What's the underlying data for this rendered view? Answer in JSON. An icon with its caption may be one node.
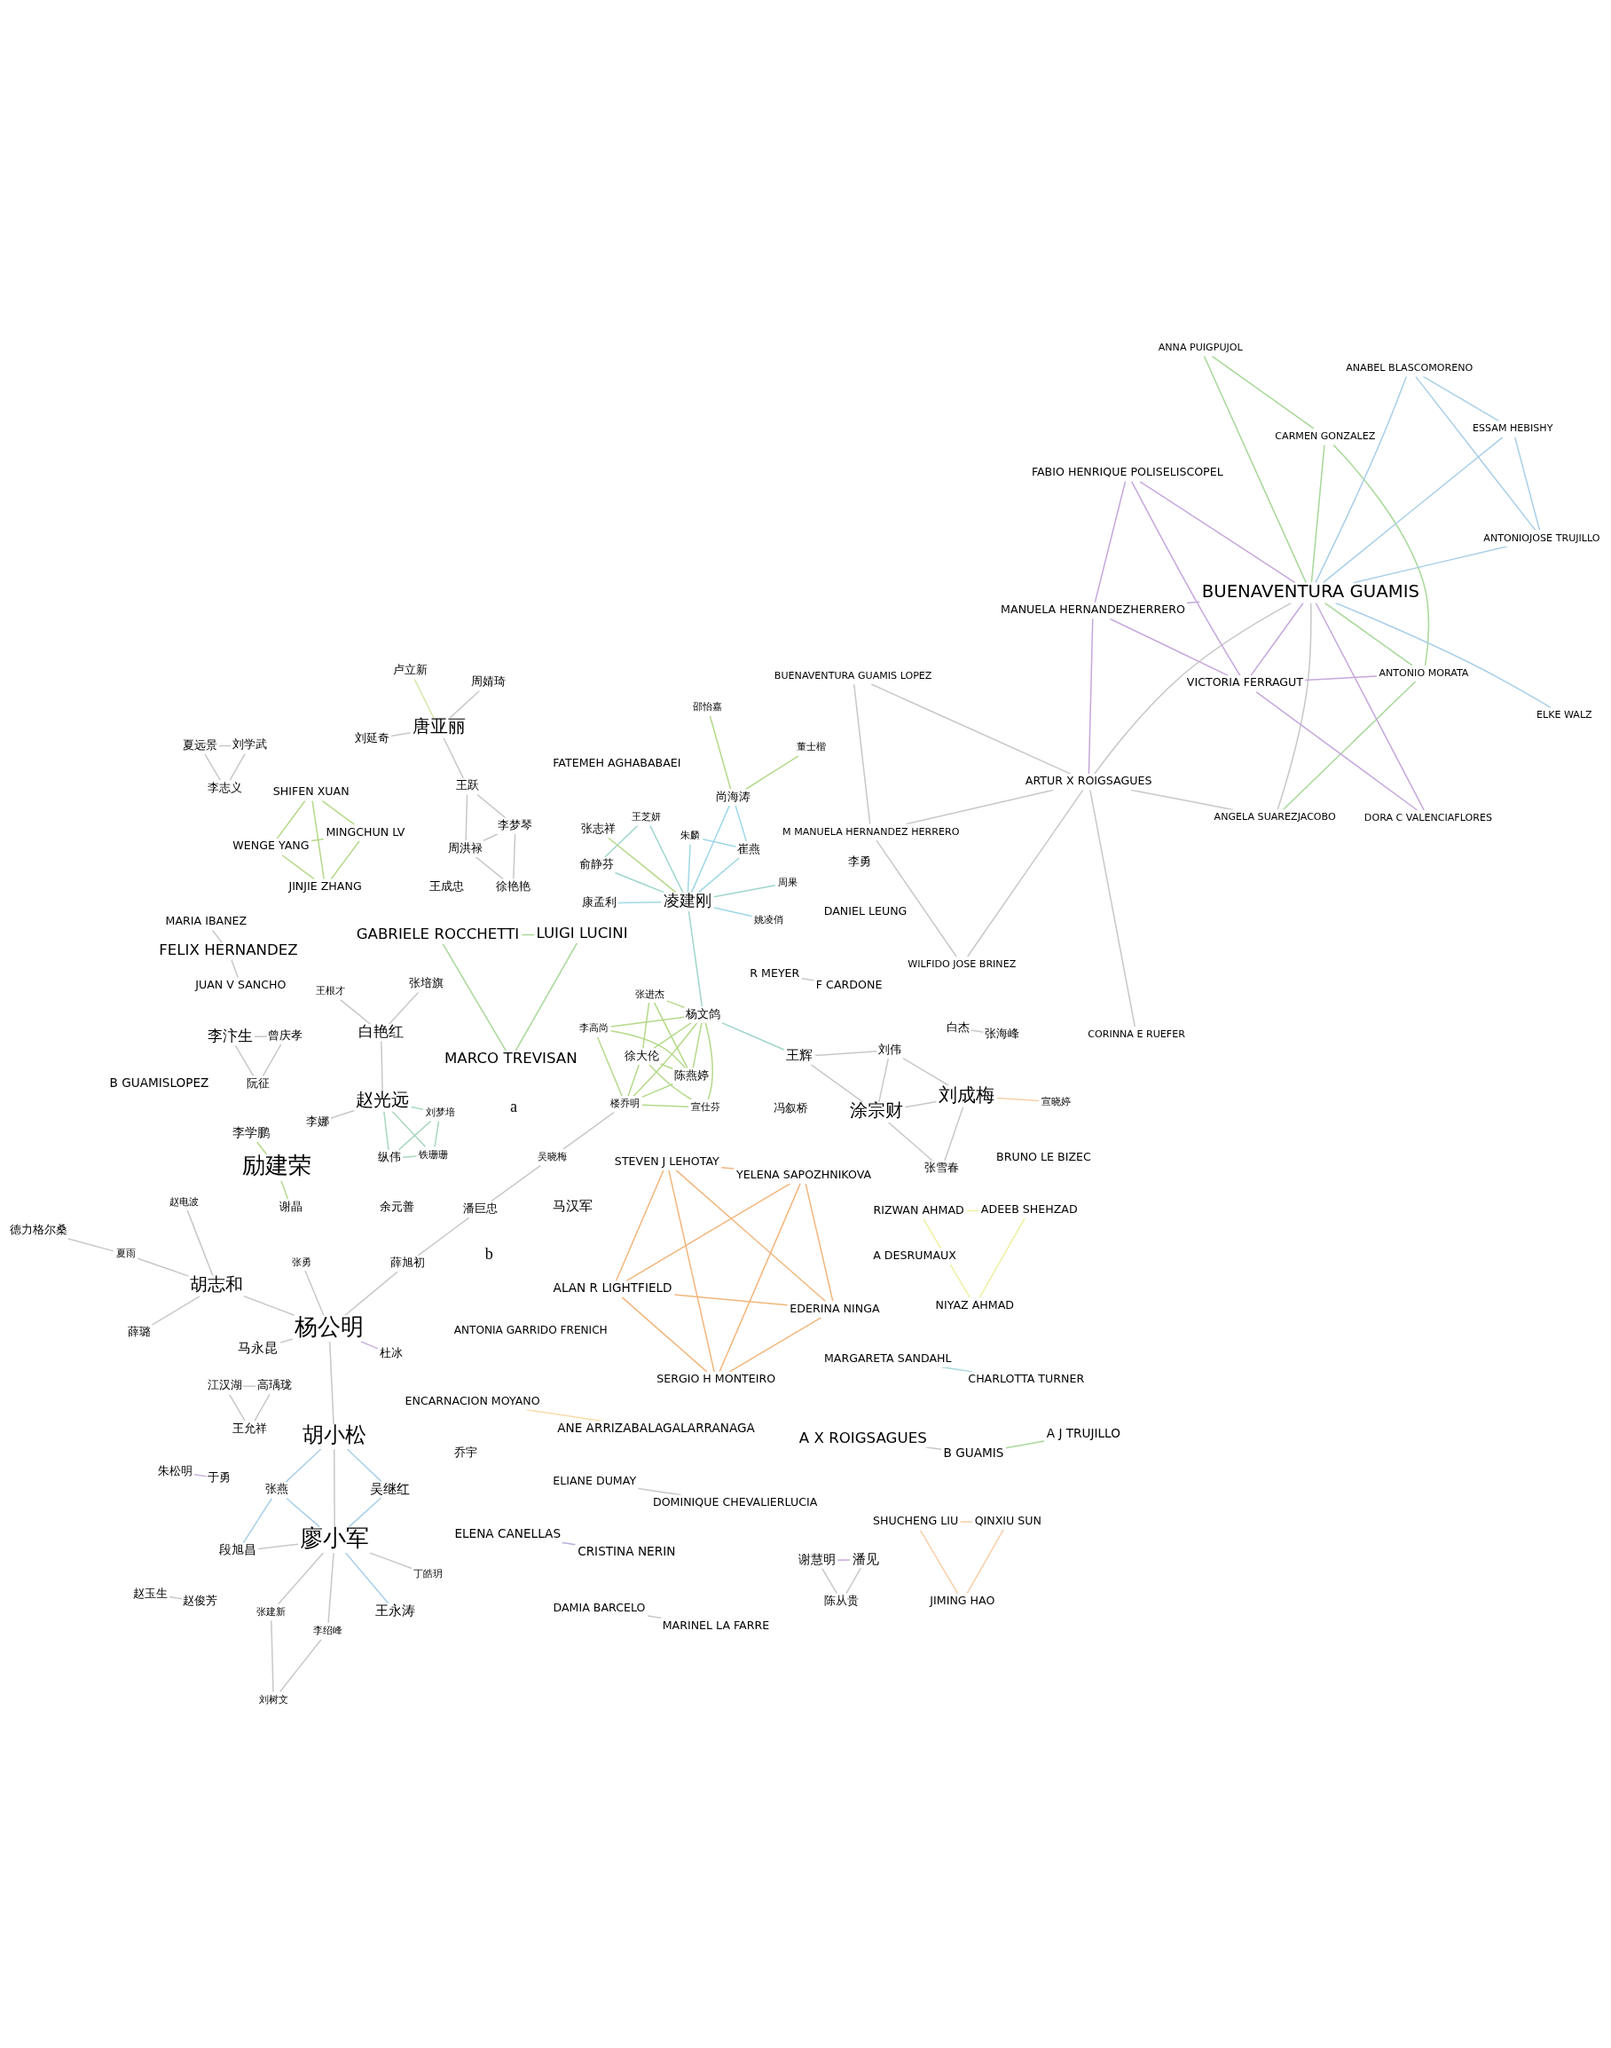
{
  "diagram": {
    "nodes": [
      {
        "text": [
          "李高尚"
        ]
      },
      {
        "text": [
          "楼乔明"
        ]
      },
      {
        "text": [
          "吴晓梅"
        ]
      },
      {
        "text": [
          "余元善"
        ]
      },
      {
        "text": [
          "白杰"
        ]
      },
      {
        "text": [
          "张海峰"
        ]
      },
      {
        "text": [
          "李学鹏"
        ]
      },
      {
        "text": [
          "张进杰"
        ]
      },
      {
        "text": [
          "陈燕婷"
        ]
      },
      {
        "text": [
          "徐大伦"
        ]
      },
      {
        "text": [
          "宣仕芬"
        ]
      },
      {
        "text": [
          "潘巨忠"
        ]
      },
      {
        "text": [
          "王永涛"
        ]
      },
      {
        "text": [
          "丁皓玥"
        ]
      },
      {
        "text": [
          "张建新"
        ]
      },
      {
        "text": [
          "刘树文"
        ]
      },
      {
        "text": [
          "励建荣"
        ]
      },
      {
        "text": [
          "杨文鸽"
        ]
      },
      {
        "text": [
          "薛旭初"
        ]
      },
      {
        "text": [
          "廖小军"
        ]
      },
      {
        "text": [
          "李绍峰"
        ]
      },
      {
        "text": [
          "朱松明"
        ]
      },
      {
        "text": [
          "王辉"
        ]
      },
      {
        "text": [
          "涂宗财"
        ]
      },
      {
        "text": [
          "俞静芬"
        ]
      },
      {
        "text": [
          "吴继红"
        ]
      },
      {
        "text": [
          "段旭昌"
        ]
      },
      {
        "text": [
          "张燕"
        ]
      },
      {
        "text": [
          "江汉湖"
        ]
      },
      {
        "text": [
          "于勇"
        ]
      },
      {
        "text": [
          "周果"
        ]
      },
      {
        "text": [
          "王芝妍"
        ]
      },
      {
        "text": [
          "刘伟"
        ]
      },
      {
        "text": [
          "张雪春"
        ]
      },
      {
        "text": [
          "凌建刚"
        ]
      },
      {
        "text": [
          "张勇"
        ]
      },
      {
        "text": [
          "胡小松"
        ]
      },
      {
        "text": [
          "高瑀珑"
        ]
      },
      {
        "text": [
          "王允祥"
        ]
      },
      {
        "text": [
          "刘成梅"
        ]
      },
      {
        "text": [
          "张志祥"
        ]
      },
      {
        "text": [
          "杨公明"
        ]
      },
      {
        "text": [
          "马永昆"
        ]
      },
      {
        "text": [
          "夏远景"
        ]
      },
      {
        "text": [
          "马汉军"
        ]
      },
      {
        "text": [
          "康孟利"
        ]
      },
      {
        "text": [
          "杜冰"
        ]
      },
      {
        "text": [
          "刘学武"
        ]
      },
      {
        "text": [
          "宣晓婷"
        ]
      },
      {
        "text": [
          "谢晶"
        ]
      },
      {
        "text": [
          "姚凌俏"
        ]
      },
      {
        "text": [
          "胡志和"
        ]
      },
      {
        "text": [
          "德力格尔桑"
        ]
      },
      {
        "text": [
          "李志义"
        ]
      },
      {
        "text": [
          "朱麟"
        ]
      },
      {
        "text": [
          "尚海涛"
        ]
      },
      {
        "text": [
          "赵玉生"
        ]
      },
      {
        "text": [
          "邵怡嘉"
        ]
      },
      {
        "text": [
          "赵电波"
        ]
      },
      {
        "text": [
          "李汴生"
        ]
      },
      {
        "text": [
          "崔燕"
        ]
      },
      {
        "text": [
          "董士楷"
        ]
      },
      {
        "text": [
          "薛璐"
        ]
      },
      {
        "text": [
          "夏雨"
        ]
      },
      {
        "text": [
          "谢慧明"
        ]
      },
      {
        "text": [
          "潘见"
        ]
      },
      {
        "text": [
          "赵俊芳"
        ]
      },
      {
        "text": [
          "赵光远"
        ]
      },
      {
        "text": [
          "白艳红"
        ]
      },
      {
        "text": [
          "曾庆孝"
        ]
      },
      {
        "text": [
          "陈从贵"
        ]
      },
      {
        "text": [
          "纵伟"
        ]
      },
      {
        "text": [
          "王根才"
        ]
      },
      {
        "text": [
          "张培旗"
        ]
      },
      {
        "text": [
          "阮征"
        ]
      },
      {
        "text": [
          "刘梦培"
        ]
      },
      {
        "text": [
          "李娜"
        ]
      },
      {
        "text": [
          "铁珊珊"
        ]
      },
      {
        "text": [
          "卢立新"
        ]
      },
      {
        "text": [
          "冯叙桥"
        ]
      },
      {
        "text": [
          "乔宇"
        ]
      },
      {
        "text": [
          "周婧琦"
        ]
      },
      {
        "text": [
          "刘延奇"
        ]
      },
      {
        "text": [
          "王成忠"
        ]
      },
      {
        "text": [
          "李勇"
        ]
      },
      {
        "text": [
          "唐亚丽"
        ]
      },
      {
        "text": [
          "王跃"
        ]
      },
      {
        "text": [
          "李梦琴"
        ]
      },
      {
        "text": [
          "周洪禄"
        ]
      },
      {
        "text": [
          "徐艳艳"
        ]
      },
      {
        "text": [
          "MARIA IBANEZ"
        ]
      },
      {
        "text": [
          "MARGARETA SANDAHL"
        ]
      },
      {
        "text": [
          "FELIX HERNANDEZ"
        ]
      },
      {
        "text": [
          "CHARLOTTA TURNER"
        ]
      },
      {
        "text": [
          "JUAN V SANCHO"
        ]
      },
      {
        "text": [
          "BUENAVENTURA GUAMIS LOPEZ"
        ]
      },
      {
        "text": [
          "MANUELA HERNANDEZHERRERO"
        ]
      },
      {
        "text": [
          "FATEMEH AGHABABAEI"
        ]
      },
      {
        "text": [
          "ELENA CANELLAS"
        ]
      },
      {
        "text": [
          "WILFIDO JOSE BRINEZ"
        ]
      },
      {
        "text": [
          "ARTUR X ROIGSAGUES"
        ]
      },
      {
        "text": [
          "DAMIA BARCELO"
        ]
      },
      {
        "text": [
          "M MANUELA HERNANDEZ HERRERO"
        ]
      },
      {
        "text": [
          "FABIO HENRIQUE POLISELISCOPEL"
        ]
      },
      {
        "text": [
          "ANGELA SUAREZJACOBO"
        ]
      },
      {
        "text": [
          "ANTONIO MORATA"
        ]
      },
      {
        "text": [
          "VICTORIA FERRAGUT"
        ]
      },
      {
        "text": [
          "MARINEL LA FARRE"
        ]
      },
      {
        "text": [
          "CRISTINA NERIN"
        ]
      },
      {
        "text": [
          "CORINNA E RUEFER"
        ]
      },
      {
        "text": [
          "DORA C VALENCIAFLORES"
        ]
      },
      {
        "text": [
          "RIZWAN AHMAD"
        ]
      },
      {
        "text": [
          "BRUNO LE BIZEC"
        ]
      },
      {
        "text": [
          "ANNA PUIGPUJOL"
        ]
      },
      {
        "text": [
          "ALAN R LIGHTFIELD"
        ]
      },
      {
        "text": [
          "DANIEL LEUNG"
        ]
      },
      {
        "text": [
          "BUENAVENTURA GUAMIS"
        ]
      },
      {
        "text": [
          "EDERINA NINGA"
        ]
      },
      {
        "text": [
          "ADEEB SHEHZAD"
        ]
      },
      {
        "text": [
          "SERGIO H MONTEIRO"
        ]
      },
      {
        "text": [
          "CARMEN GONZALEZ"
        ]
      },
      {
        "text": [
          "ESSAM HEBISHY"
        ]
      },
      {
        "text": [
          "ELKE WALZ"
        ]
      },
      {
        "text": [
          "ENCARNACION MOYANO"
        ]
      },
      {
        "text": [
          "NIYAZ AHMAD"
        ]
      },
      {
        "text": [
          "STEVEN J LEHOTAY"
        ]
      },
      {
        "text": [
          "ANTONIOJOSE TRUJILLO"
        ]
      },
      {
        "text": [
          "ANE ARRIZABALAGALARRANAGA"
        ]
      },
      {
        "text": [
          "YELENA SAPOZHNIKOVA"
        ]
      },
      {
        "text": [
          "A DESRUMAUX"
        ]
      },
      {
        "text": [
          "ANABEL BLASCOMORENO"
        ]
      },
      {
        "text": [
          "WENGE YANG"
        ]
      },
      {
        "text": [
          "SHUCHENG LIU"
        ]
      },
      {
        "text": [
          "MINGCHUN LV"
        ]
      },
      {
        "text": [
          "ANTONIA GARRIDO FRENICH"
        ]
      },
      {
        "text": [
          "ELIANE DUMAY"
        ]
      },
      {
        "text": [
          "DOMINIQUE CHEVALIERLUCIA"
        ]
      },
      {
        "text": [
          "QINXIU SUN"
        ]
      },
      {
        "text": [
          "R MEYER"
        ]
      },
      {
        "text": [
          "JIMING HAO"
        ]
      },
      {
        "text": [
          "JINJIE ZHANG"
        ]
      },
      {
        "text": [
          "GABRIELE ROCCHETTI"
        ]
      },
      {
        "text": [
          "SHIFEN XUAN"
        ]
      },
      {
        "text": [
          "F CARDONE"
        ]
      },
      {
        "text": [
          "A X ROIGSAGUES"
        ]
      },
      {
        "text": [
          "LUIGI LUCINI"
        ]
      },
      {
        "text": [
          "MARCO TREVISAN"
        ]
      },
      {
        "text": [
          "A J TRUJILLO"
        ]
      },
      {
        "text": [
          "B GUAMISLOPEZ"
        ]
      },
      {
        "text": [
          "B GUAMIS"
        ]
      }
    ],
    "edges": [
      {
        "from": 0,
        "to": 1,
        "arrow": "none",
        "color": "#b5d98a"
      },
      {
        "from": 0,
        "to": 8,
        "arrow": "none",
        "color": "#b5d98a"
      },
      {
        "from": 0,
        "to": 17,
        "arrow": "none",
        "color": "#b5d98a"
      },
      {
        "from": 1,
        "to": 8,
        "arrow": "none",
        "color": "#b5d98a"
      },
      {
        "from": 1,
        "to": 9,
        "arrow": "none",
        "color": "#b5d98a"
      },
      {
        "from": 1,
        "to": 17,
        "arrow": "none",
        "color": "#b5d98a"
      },
      {
        "from": 1,
        "to": 10,
        "arrow": "none",
        "color": "#b5d98a"
      },
      {
        "from": 7,
        "to": 8,
        "arrow": "none",
        "color": "#b5d98a"
      },
      {
        "from": 7,
        "to": 9,
        "arrow": "none",
        "color": "#b5d98a"
      },
      {
        "from": 7,
        "to": 17,
        "arrow": "none",
        "color": "#b5d98a"
      },
      {
        "from": 8,
        "to": 9,
        "arrow": "none",
        "color": "#b5d98a"
      },
      {
        "from": 8,
        "to": 17,
        "arrow": "none",
        "color": "#b5d98a"
      },
      {
        "from": 9,
        "to": 10,
        "arrow": "none",
        "color": "#b5d98a"
      },
      {
        "from": 9,
        "to": 17,
        "arrow": "none",
        "color": "#b5d98a"
      },
      {
        "from": 10,
        "to": 17,
        "arrow": "none",
        "color": "#b5d98a"
      },
      {
        "from": 1,
        "to": 2,
        "arrow": "none"
      },
      {
        "from": 2,
        "to": 11,
        "arrow": "none"
      },
      {
        "from": 11,
        "to": 18,
        "arrow": "none"
      },
      {
        "from": 6,
        "to": 16,
        "arrow": "none",
        "color": "#b5d98a"
      },
      {
        "from": 16,
        "to": 49,
        "arrow": "none",
        "color": "#b5d98a"
      },
      {
        "from": 22,
        "to": 23,
        "arrow": "none"
      },
      {
        "from": 22,
        "to": 32,
        "arrow": "none"
      },
      {
        "from": 23,
        "to": 33,
        "arrow": "none"
      },
      {
        "from": 23,
        "to": 39,
        "arrow": "none"
      },
      {
        "from": 23,
        "to": 32,
        "arrow": "none"
      },
      {
        "from": 33,
        "to": 39,
        "arrow": "none"
      },
      {
        "from": 32,
        "to": 39,
        "arrow": "none"
      },
      {
        "from": 48,
        "to": 39,
        "arrow": "none",
        "color": "#f8cfa8"
      },
      {
        "from": 17,
        "to": 22,
        "arrow": "none",
        "color": "#9fd6cc"
      },
      {
        "from": 17,
        "to": 34,
        "arrow": "none",
        "color": "#9fd6cc"
      },
      {
        "from": 24,
        "to": 34,
        "arrow": "none",
        "color": "#9fd6cc"
      },
      {
        "from": 30,
        "to": 34,
        "arrow": "none",
        "color": "#9fd6cc"
      },
      {
        "from": 31,
        "to": 34,
        "arrow": "none",
        "color": "#9fd6cc"
      },
      {
        "from": 24,
        "to": 31,
        "arrow": "none",
        "color": "#9fd6cc"
      },
      {
        "from": 34,
        "to": 40,
        "arrow": "none",
        "color": "#b5d98a"
      },
      {
        "from": 34,
        "to": 45,
        "arrow": "none",
        "color": "#9fd8e6"
      },
      {
        "from": 34,
        "to": 50,
        "arrow": "none",
        "color": "#9fd8e6"
      },
      {
        "from": 34,
        "to": 54,
        "arrow": "none",
        "color": "#9fd8e6"
      },
      {
        "from": 34,
        "to": 55,
        "arrow": "none",
        "color": "#9fd8e6"
      },
      {
        "from": 34,
        "to": 60,
        "arrow": "none",
        "color": "#9fd8e6"
      },
      {
        "from": 55,
        "to": 60,
        "arrow": "none",
        "color": "#9fd8e6"
      },
      {
        "from": 54,
        "to": 60,
        "arrow": "none",
        "color": "#9fd8e6"
      },
      {
        "from": 55,
        "to": 57,
        "arrow": "none",
        "color": "#b5d98a"
      },
      {
        "from": 55,
        "to": 61,
        "arrow": "none",
        "color": "#b5d98a"
      },
      {
        "from": 4,
        "to": 5,
        "arrow": "none"
      },
      {
        "from": 12,
        "to": 19,
        "arrow": "none",
        "color": "#a9cfe8"
      },
      {
        "from": 13,
        "to": 19,
        "arrow": "none"
      },
      {
        "from": 14,
        "to": 19,
        "arrow": "none"
      },
      {
        "from": 14,
        "to": 15,
        "arrow": "none"
      },
      {
        "from": 15,
        "to": 20,
        "arrow": "none"
      },
      {
        "from": 19,
        "to": 20,
        "arrow": "none"
      },
      {
        "from": 19,
        "to": 26,
        "arrow": "none"
      },
      {
        "from": 19,
        "to": 36,
        "arrow": "none"
      },
      {
        "from": 25,
        "to": 19,
        "arrow": "none",
        "color": "#a9cfe8"
      },
      {
        "from": 25,
        "to": 36,
        "arrow": "none",
        "color": "#a9cfe8"
      },
      {
        "from": 26,
        "to": 27,
        "arrow": "none",
        "color": "#a9cfe8"
      },
      {
        "from": 19,
        "to": 27,
        "arrow": "none",
        "color": "#a9cfe8"
      },
      {
        "from": 36,
        "to": 27,
        "arrow": "none",
        "color": "#a9cfe8"
      },
      {
        "from": 36,
        "to": 41,
        "arrow": "none"
      },
      {
        "from": 41,
        "to": 46,
        "arrow": "none",
        "color": "#cdb3df"
      },
      {
        "from": 41,
        "to": 51,
        "arrow": "none"
      },
      {
        "from": 42,
        "to": 41,
        "arrow": "none"
      },
      {
        "from": 35,
        "to": 41,
        "arrow": "none"
      },
      {
        "from": 18,
        "to": 41,
        "arrow": "none"
      },
      {
        "from": 28,
        "to": 37,
        "arrow": "none"
      },
      {
        "from": 28,
        "to": 38,
        "arrow": "none"
      },
      {
        "from": 37,
        "to": 38,
        "arrow": "none"
      },
      {
        "from": 43,
        "to": 47,
        "arrow": "none"
      },
      {
        "from": 43,
        "to": 53,
        "arrow": "none"
      },
      {
        "from": 47,
        "to": 53,
        "arrow": "none"
      },
      {
        "from": 64,
        "to": 65,
        "arrow": "none",
        "color": "#cdb3df"
      },
      {
        "from": 64,
        "to": 70,
        "arrow": "none"
      },
      {
        "from": 65,
        "to": 70,
        "arrow": "none"
      },
      {
        "from": 56,
        "to": 66,
        "arrow": "none"
      },
      {
        "from": 21,
        "to": 29,
        "arrow": "none",
        "color": "#cdb3df"
      },
      {
        "from": 67,
        "to": 71,
        "arrow": "none",
        "color": "#a8d8bf"
      },
      {
        "from": 67,
        "to": 75,
        "arrow": "none",
        "color": "#a8d8bf"
      },
      {
        "from": 67,
        "to": 77,
        "arrow": "none",
        "color": "#a8d8bf"
      },
      {
        "from": 71,
        "to": 77,
        "arrow": "none",
        "color": "#a8d8bf"
      },
      {
        "from": 71,
        "to": 75,
        "arrow": "none",
        "color": "#a8d8bf"
      },
      {
        "from": 75,
        "to": 77,
        "arrow": "none",
        "color": "#a8d8bf"
      },
      {
        "from": 67,
        "to": 76,
        "arrow": "none"
      },
      {
        "from": 67,
        "to": 68,
        "arrow": "none"
      },
      {
        "from": 68,
        "to": 73,
        "arrow": "none"
      },
      {
        "from": 68,
        "to": 72,
        "arrow": "none"
      },
      {
        "from": 51,
        "to": 62,
        "arrow": "none"
      },
      {
        "from": 51,
        "to": 58,
        "arrow": "none"
      },
      {
        "from": 51,
        "to": 63,
        "arrow": "none"
      },
      {
        "from": 52,
        "to": 63,
        "arrow": "none"
      },
      {
        "from": 59,
        "to": 69,
        "arrow": "none"
      },
      {
        "from": 59,
        "to": 74,
        "arrow": "none"
      },
      {
        "from": 69,
        "to": 74,
        "arrow": "none"
      },
      {
        "from": 78,
        "to": 85,
        "arrow": "none",
        "color": "#d4e6a8"
      },
      {
        "from": 81,
        "to": 85,
        "arrow": "none"
      },
      {
        "from": 82,
        "to": 85,
        "arrow": "none"
      },
      {
        "from": 85,
        "to": 86,
        "arrow": "none"
      },
      {
        "from": 86,
        "to": 87,
        "arrow": "none"
      },
      {
        "from": 86,
        "to": 88,
        "arrow": "none"
      },
      {
        "from": 87,
        "to": 88,
        "arrow": "none"
      },
      {
        "from": 87,
        "to": 89,
        "arrow": "none"
      },
      {
        "from": 88,
        "to": 89,
        "arrow": "none"
      },
      {
        "from": 90,
        "to": 92,
        "arrow": "none"
      },
      {
        "from": 92,
        "to": 94,
        "arrow": "none"
      },
      {
        "from": 91,
        "to": 93,
        "arrow": "none",
        "color": "#a9d8dc"
      },
      {
        "from": 98,
        "to": 108,
        "arrow": "none",
        "color": "#b4b0d8"
      },
      {
        "from": 101,
        "to": 107,
        "arrow": "none"
      },
      {
        "from": 111,
        "to": 118,
        "arrow": "none",
        "color": "#eef0a0"
      },
      {
        "from": 111,
        "to": 124,
        "arrow": "none",
        "color": "#eef0a0"
      },
      {
        "from": 118,
        "to": 124,
        "arrow": "none",
        "color": "#eef0a0"
      },
      {
        "from": 114,
        "to": 117,
        "arrow": "none",
        "color": "#f2b67c"
      },
      {
        "from": 114,
        "to": 119,
        "arrow": "none",
        "color": "#f2b67c"
      },
      {
        "from": 114,
        "to": 125,
        "arrow": "none",
        "color": "#f2b67c"
      },
      {
        "from": 114,
        "to": 128,
        "arrow": "none",
        "color": "#f2b67c"
      },
      {
        "from": 117,
        "to": 119,
        "arrow": "none",
        "color": "#f2b67c"
      },
      {
        "from": 117,
        "to": 125,
        "arrow": "none",
        "color": "#f2b67c"
      },
      {
        "from": 117,
        "to": 128,
        "arrow": "none",
        "color": "#f2b67c"
      },
      {
        "from": 119,
        "to": 125,
        "arrow": "none",
        "color": "#f2b67c"
      },
      {
        "from": 119,
        "to": 128,
        "arrow": "none",
        "color": "#f2b67c"
      },
      {
        "from": 125,
        "to": 128,
        "arrow": "none",
        "color": "#f2b67c"
      },
      {
        "from": 132,
        "to": 137,
        "arrow": "none",
        "color": "#f8cfa8"
      },
      {
        "from": 132,
        "to": 139,
        "arrow": "none",
        "color": "#f8cfa8"
      },
      {
        "from": 137,
        "to": 139,
        "arrow": "none",
        "color": "#f8cfa8"
      },
      {
        "from": 131,
        "to": 133,
        "arrow": "none",
        "color": "#b5d98a"
      },
      {
        "from": 131,
        "to": 140,
        "arrow": "none",
        "color": "#b5d98a"
      },
      {
        "from": 131,
        "to": 142,
        "arrow": "none",
        "color": "#b5d98a"
      },
      {
        "from": 133,
        "to": 140,
        "arrow": "none",
        "color": "#b5d98a"
      },
      {
        "from": 133,
        "to": 142,
        "arrow": "none",
        "color": "#b5d98a"
      },
      {
        "from": 140,
        "to": 142,
        "arrow": "none",
        "color": "#b5d98a"
      },
      {
        "from": 144,
        "to": 149,
        "arrow": "none"
      },
      {
        "from": 147,
        "to": 149,
        "arrow": "none",
        "color": "#a8d89a"
      },
      {
        "from": 145,
        "to": 141,
        "arrow": "none",
        "color": "#a8d89a"
      },
      {
        "from": 145,
        "to": 146,
        "arrow": "none",
        "color": "#a8d89a"
      },
      {
        "from": 141,
        "to": 146,
        "arrow": "none",
        "color": "#a8d89a"
      },
      {
        "from": 135,
        "to": 136,
        "arrow": "none"
      },
      {
        "from": 138,
        "to": 143,
        "arrow": "none"
      },
      {
        "from": 123,
        "to": 127,
        "arrow": "none",
        "color": "#f8dcaa"
      },
      {
        "from": 95,
        "to": 100,
        "arrow": "none"
      },
      {
        "from": 95,
        "to": 102,
        "arrow": "none"
      },
      {
        "from": 99,
        "to": 100,
        "arrow": "none"
      },
      {
        "from": 99,
        "to": 102,
        "arrow": "none"
      },
      {
        "from": 100,
        "to": 102,
        "arrow": "none"
      },
      {
        "from": 100,
        "to": 104,
        "arrow": "none"
      },
      {
        "from": 100,
        "to": 109,
        "arrow": "none"
      },
      {
        "from": 100,
        "to": 116,
        "arrow": "none"
      },
      {
        "from": 104,
        "to": 116,
        "arrow": "none"
      },
      {
        "from": 96,
        "to": 100,
        "arrow": "none",
        "color": "#c6a8dc"
      },
      {
        "from": 96,
        "to": 103,
        "arrow": "none",
        "color": "#c6a8dc"
      },
      {
        "from": 96,
        "to": 106,
        "arrow": "none",
        "color": "#c6a8dc"
      },
      {
        "from": 96,
        "to": 116,
        "arrow": "none",
        "color": "#c6a8dc"
      },
      {
        "from": 103,
        "to": 106,
        "arrow": "none",
        "color": "#c6a8dc"
      },
      {
        "from": 103,
        "to": 116,
        "arrow": "none",
        "color": "#c6a8dc"
      },
      {
        "from": 105,
        "to": 106,
        "arrow": "none",
        "color": "#c6a8dc"
      },
      {
        "from": 106,
        "to": 110,
        "arrow": "none",
        "color": "#c6a8dc"
      },
      {
        "from": 110,
        "to": 116,
        "arrow": "none",
        "color": "#c6a8dc"
      },
      {
        "from": 106,
        "to": 116,
        "arrow": "none",
        "color": "#c6a8dc"
      },
      {
        "from": 104,
        "to": 105,
        "arrow": "none",
        "color": "#a8d89a"
      },
      {
        "from": 105,
        "to": 116,
        "arrow": "none",
        "color": "#a8d89a"
      },
      {
        "from": 113,
        "to": 116,
        "arrow": "none",
        "color": "#a8d89a"
      },
      {
        "from": 113,
        "to": 120,
        "arrow": "none",
        "color": "#a8d89a"
      },
      {
        "from": 120,
        "to": 116,
        "arrow": "none",
        "color": "#a8d89a"
      },
      {
        "from": 105,
        "to": 120,
        "arrow": "none",
        "color": "#a8d89a"
      },
      {
        "from": 116,
        "to": 121,
        "arrow": "none",
        "color": "#a9cfe8"
      },
      {
        "from": 116,
        "to": 122,
        "arrow": "none",
        "color": "#a9cfe8"
      },
      {
        "from": 116,
        "to": 126,
        "arrow": "none",
        "color": "#a9cfe8"
      },
      {
        "from": 116,
        "to": 130,
        "arrow": "none",
        "color": "#a9cfe8"
      },
      {
        "from": 121,
        "to": 126,
        "arrow": "none",
        "color": "#a9cfe8"
      },
      {
        "from": 121,
        "to": 130,
        "arrow": "none",
        "color": "#a9cfe8"
      },
      {
        "from": 126,
        "to": 130,
        "arrow": "none",
        "color": "#a9cfe8"
      }
    ],
    "labels": [
      "a",
      "b"
    ]
  }
}
